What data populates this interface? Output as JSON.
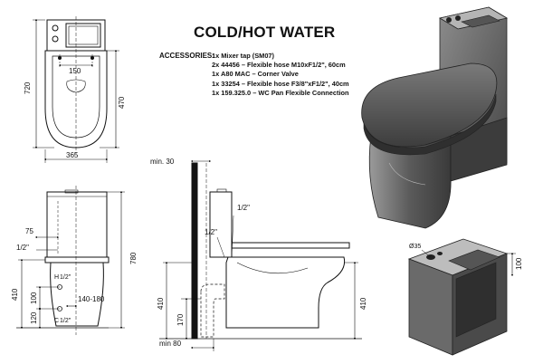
{
  "title": "COLD/HOT WATER",
  "accessories": {
    "label": "ACCESSORIES:",
    "items": [
      "1x Mixer tap (SM07)",
      "2x 44456 – Flexible hose M10xF1/2\", 60cm",
      "1x A80 MAC – Corner Valve",
      "1x 33254 – Flexible hose F3/8\"xF1/2\", 40cm",
      "1x 159.325.0 – WC Pan Flexible Connection"
    ]
  },
  "top_view": {
    "height": "720",
    "width": "365",
    "length": "470",
    "spacing": "150"
  },
  "front_view": {
    "tap_offset": "75",
    "inlet_size": "1/2\"",
    "total_height": "780",
    "seat_height": "410",
    "inlet_height": "100",
    "base_height": "120",
    "spacing": "140-180",
    "hot_label": "H",
    "hot_size": "1/2\"",
    "cold_label": "C",
    "cold_size": "1/2\""
  },
  "side_view": {
    "min_top": "min. 30",
    "inlet_size_left": "1/2\"",
    "inlet_size_right": "1/2\"",
    "height_left": "410",
    "outlet_height": "170",
    "min_bottom": "min 80",
    "height_right": "410"
  },
  "detail_view": {
    "size_label": "Ø35",
    "height": "100"
  },
  "colors": {
    "line": "#111111",
    "body_shade": "#4a4a4a",
    "body_light": "#8a8a8a",
    "hot_accent": "#c0392b",
    "cold_accent": "#2e4fb5"
  }
}
